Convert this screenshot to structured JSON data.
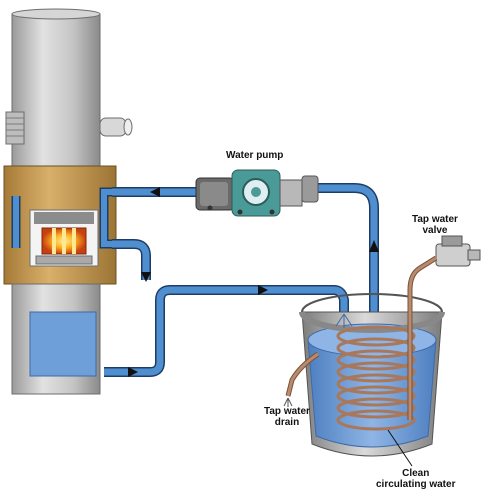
{
  "labels": {
    "water_pump": "Water pump",
    "tap_water_valve": [
      "Tap water",
      "valve"
    ],
    "tap_water_drain": [
      "Tap water",
      "drain"
    ],
    "clean_circulating_water": [
      "Clean",
      "circulating water"
    ]
  },
  "colors": {
    "pipe_blue": "#4f8fd0",
    "pipe_outline": "#1e3d66",
    "water_blue": "#6f9fd8",
    "water_light": "#9ec0ea",
    "bronze": "#c79c55",
    "bronze_dark": "#8f6a2e",
    "steel": "#c9c9c9",
    "steel_dark": "#8c8c8c",
    "copper": "#b98a6e",
    "pump_body": "#4a9a98",
    "heat_core": "#ffcc33"
  },
  "icons": [
    "arrow-icon"
  ]
}
